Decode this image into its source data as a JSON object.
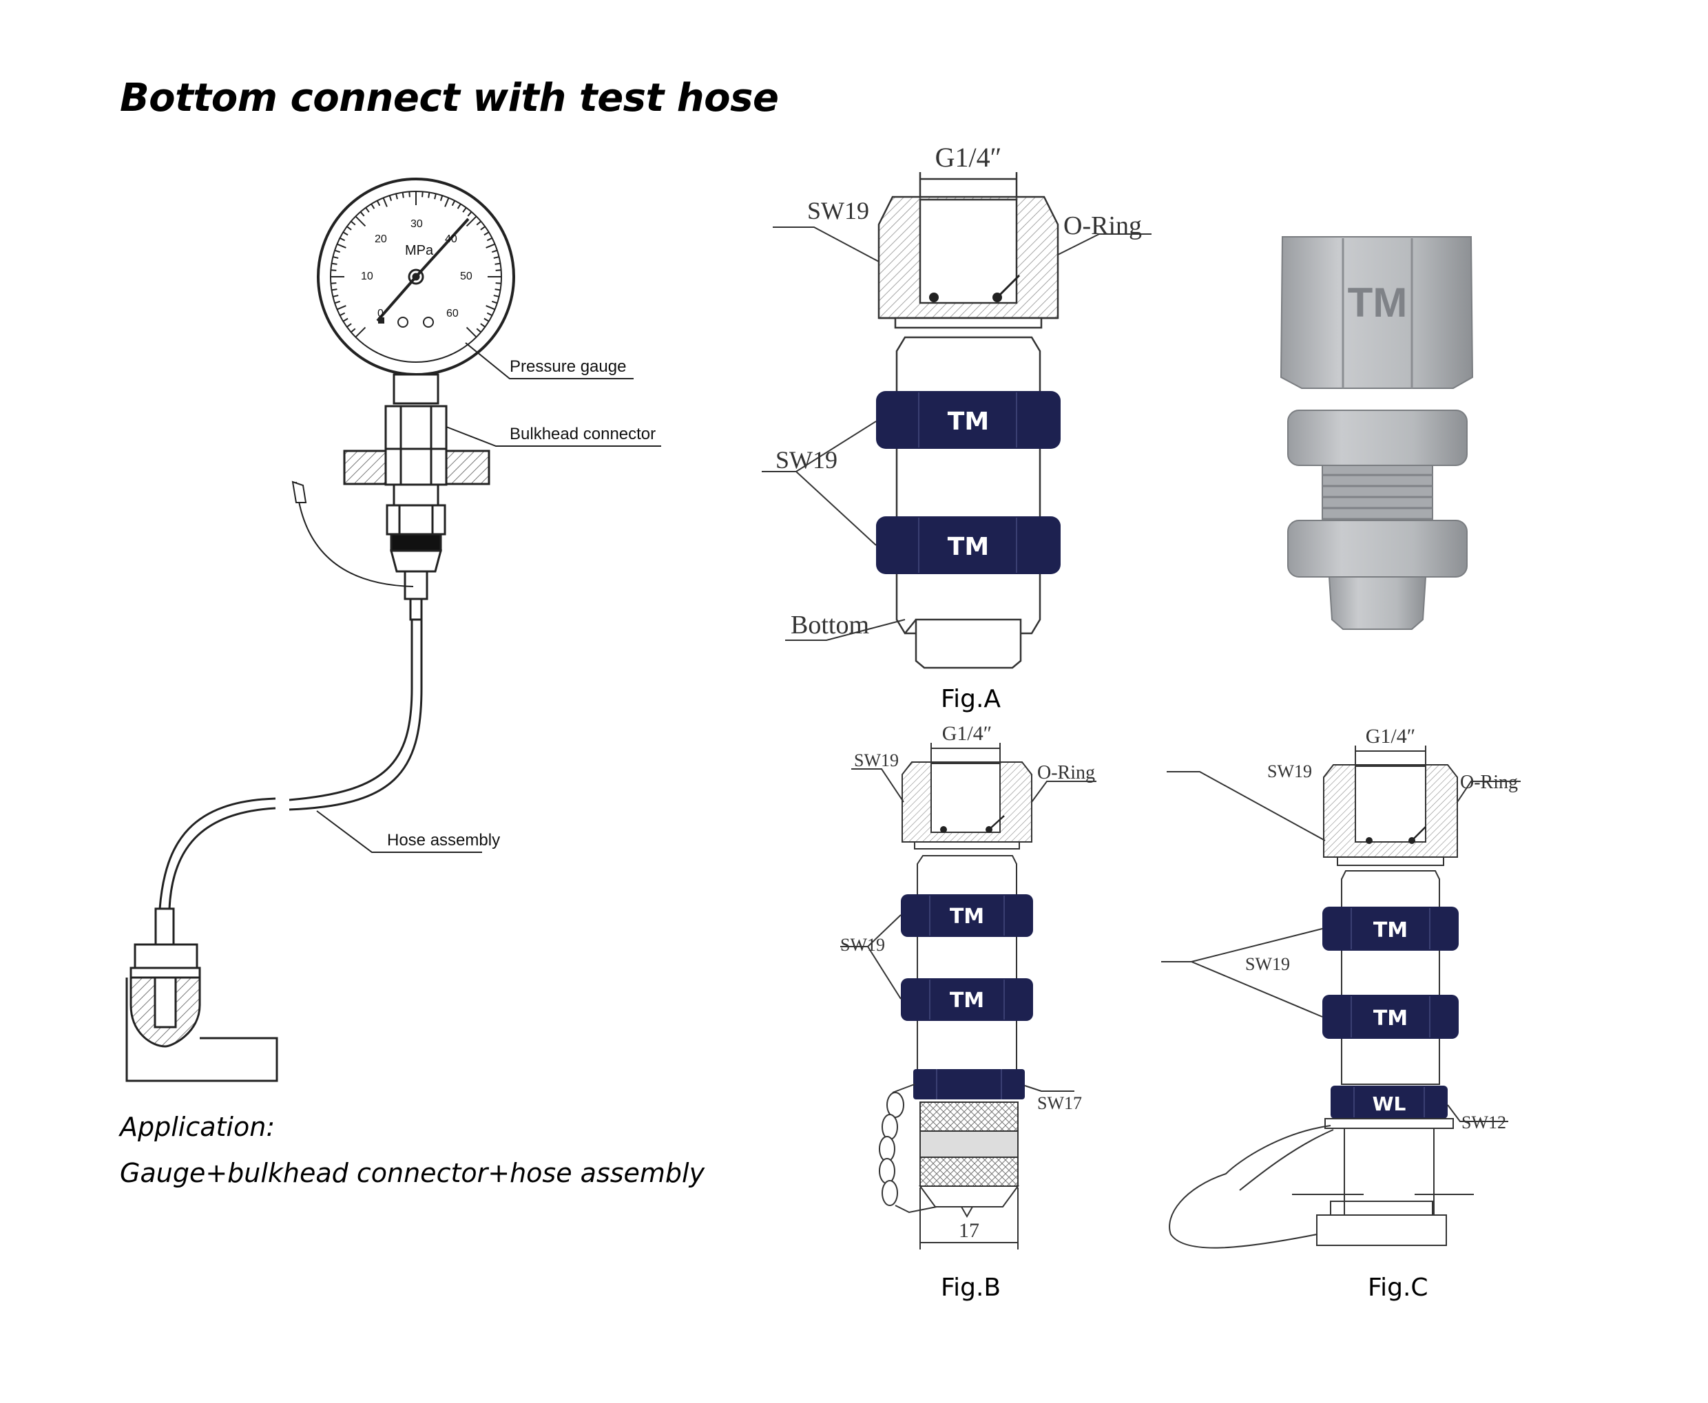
{
  "heading": {
    "title": "Bottom connect with test hose"
  },
  "application": {
    "label": "Application:",
    "value": "Gauge+bulkhead connector+hose assembly"
  },
  "left_diagram": {
    "gauge_unit": "MPa",
    "dial_ticks": [
      "0",
      "10",
      "20",
      "30",
      "40",
      "50",
      "60"
    ],
    "labels": {
      "pressure_gauge": "Pressure gauge",
      "bulkhead_connector": "Bulkhead connector",
      "hose_assembly": "Hose assembly"
    }
  },
  "fig_a": {
    "caption": "Fig.A",
    "thread": "G1/4″",
    "hex_top": "SW19",
    "oring": "O-Ring",
    "hex_nuts": "SW19",
    "bottom": "Bottom",
    "logo": "TM"
  },
  "photo": {
    "logo": "TM"
  },
  "fig_b": {
    "caption": "Fig.B",
    "thread": "G1/4″",
    "hex_top": "SW19",
    "oring": "O-Ring",
    "hex_nuts": "SW19",
    "hex_low": "SW17",
    "dim": "17",
    "logo": "TM"
  },
  "fig_c": {
    "caption": "Fig.C",
    "thread": "G1/4″",
    "hex_top": "SW19",
    "oring": "O-Ring",
    "hex_nuts": "SW19",
    "hex_low": "SW12",
    "logo": "TM",
    "logo_low": "WL"
  },
  "colors": {
    "nut_navy": "#1d2150",
    "line": "#222222",
    "hatch": "#888888",
    "steel": "#a9acb0"
  }
}
